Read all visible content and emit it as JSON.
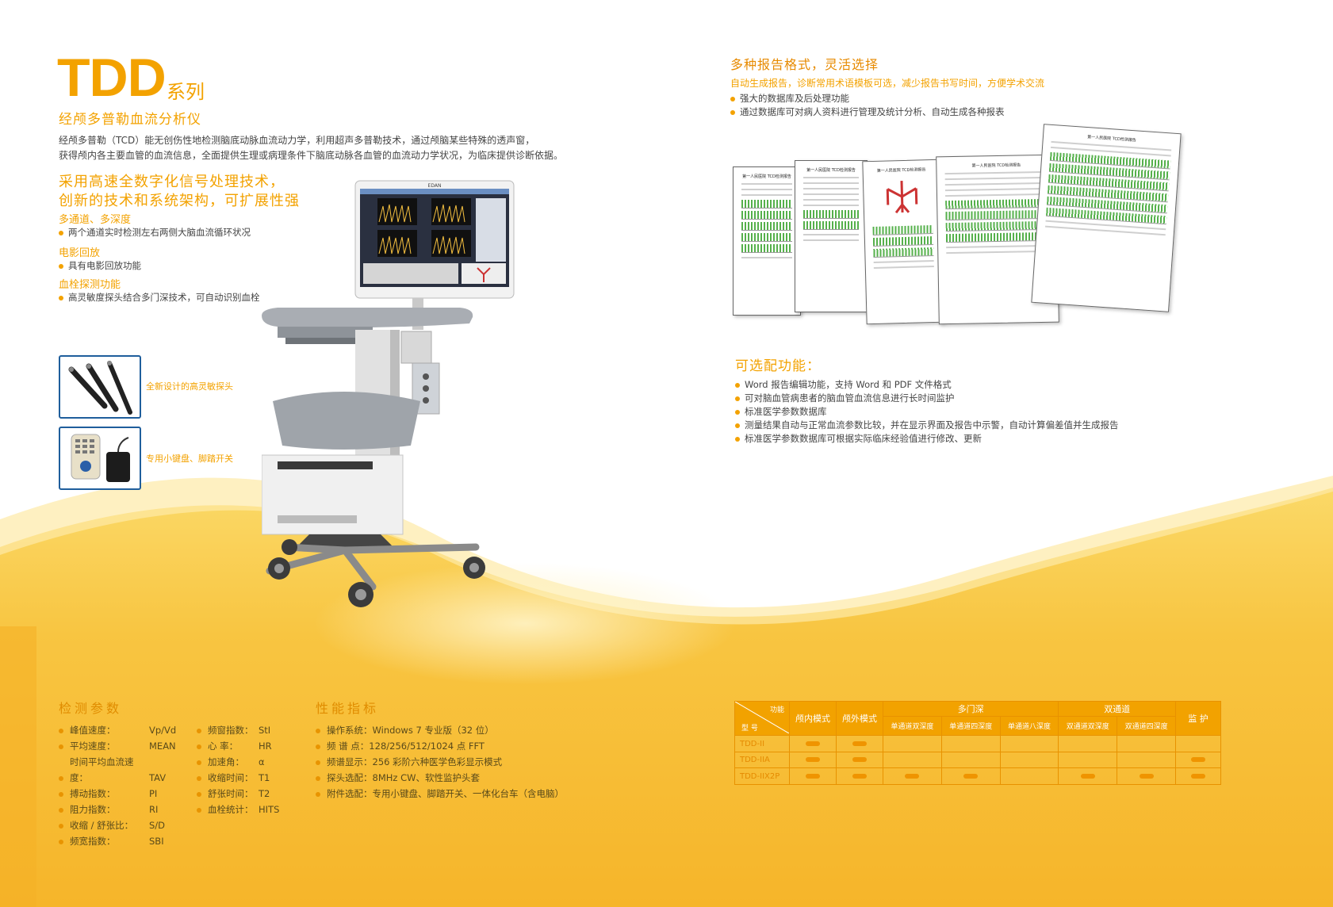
{
  "brand": {
    "name": "TDD",
    "suffix": "系列"
  },
  "subtitle": "经颅多普勒血流分析仪",
  "intro": [
    "经颅多普勒（TCD）能无创伤性地检测脑底动脉血流动力学，利用超声多普勒技术，通过颅脑某些特殊的透声窗，",
    "获得颅内各主要血管的血流信息，全面提供生理或病理条件下脑底动脉各血管的血流动力学状况，为临床提供诊断依据。"
  ],
  "tech": {
    "line1": "采用高速全数字化信号处理技术，",
    "line2": "创新的技术和系统架构，可扩展性强"
  },
  "features": [
    {
      "title": "多通道、多深度",
      "bullet": "两个通道实时检测左右两侧大脑血流循环状况"
    },
    {
      "title": "电影回放",
      "bullet": "具有电影回放功能"
    },
    {
      "title": "血栓探测功能",
      "bullet": "高灵敏度探头结合多门深技术，可自动识别血栓"
    }
  ],
  "thumbs": [
    {
      "label": "全新设计的高灵敏探头"
    },
    {
      "label": "专用小键盘、脚踏开关"
    }
  ],
  "monitor": {
    "brand": "EDAN"
  },
  "report": {
    "title": "多种报告格式，灵活选择",
    "subtitle": "自动生成报告，诊断常用术语模板可选，减少报告书写时间，方便学术交流",
    "bullets": [
      "强大的数据库及后处理功能",
      "通过数据库可对病人资料进行管理及统计分析、自动生成各种报表"
    ],
    "sheet_title": "第一人民医院  TCD检测报告"
  },
  "optional": {
    "title": "可选配功能：",
    "bullets": [
      "Word 报告编辑功能，支持 Word 和 PDF 文件格式",
      "可对脑血管病患者的脑血管血流信息进行长时间监护",
      "标准医学参数数据库",
      "测量结果自动与正常血流参数比较，并在显示界面及报告中示警，自动计算偏差值并生成报告",
      "标准医学参数数据库可根据实际临床经验值进行修改、更新"
    ]
  },
  "params": {
    "title": "检测参数",
    "left": [
      {
        "name": "峰值速度：",
        "abbr": "Vp/Vd"
      },
      {
        "name": "平均速度：",
        "abbr": "MEAN"
      },
      {
        "name": "时间平均血流速度：",
        "abbr": "TAV"
      },
      {
        "name": "搏动指数：",
        "abbr": "PI"
      },
      {
        "name": "阻力指数：",
        "abbr": "RI"
      },
      {
        "name": "收缩 / 舒张比：",
        "abbr": "S/D"
      },
      {
        "name": "频宽指数：",
        "abbr": "SBI"
      }
    ],
    "right": [
      {
        "name": "频窗指数：",
        "abbr": "StI"
      },
      {
        "name": "心    率：",
        "abbr": "HR"
      },
      {
        "name": "加速角：",
        "abbr": "α"
      },
      {
        "name": "收缩时间：",
        "abbr": "T1"
      },
      {
        "name": "舒张时间：",
        "abbr": "T2"
      },
      {
        "name": "血栓统计：",
        "abbr": "HITS"
      }
    ]
  },
  "performance": {
    "title": "性能指标",
    "items": [
      "操作系统：Windows 7 专业版（32 位）",
      "频 谱 点：128/256/512/1024 点 FFT",
      "频谱显示：256 彩阶六种医学色彩显示模式",
      "探头选配：8MHz CW、软性监护头套",
      "附件选配：专用小键盘、脚踏开关、一体化台车（含电脑）"
    ]
  },
  "table": {
    "corner_top": "功能",
    "corner_bottom": "型 号",
    "col_intra": "颅内模式",
    "col_extra": "颅外模式",
    "group_multi": "多门深",
    "group_dual": "双通道",
    "col_monitor": "监 护",
    "sub_multi": [
      "单通道双深度",
      "单通道四深度",
      "单通道八深度"
    ],
    "sub_dual": [
      "双通道双深度",
      "双通道四深度"
    ],
    "rows": [
      {
        "model": "TDD-II",
        "marks": [
          1,
          1,
          0,
          0,
          0,
          0,
          0,
          0
        ]
      },
      {
        "model": "TDD-IIA",
        "marks": [
          1,
          1,
          0,
          0,
          0,
          0,
          0,
          1
        ]
      },
      {
        "model": "TDD-IIX2P",
        "marks": [
          1,
          1,
          1,
          1,
          0,
          1,
          1,
          1
        ]
      }
    ]
  },
  "colors": {
    "accent": "#f3a200",
    "band": "#f7b92f",
    "table_border": "#e89200",
    "thumb_border": "#1f5e9c"
  }
}
